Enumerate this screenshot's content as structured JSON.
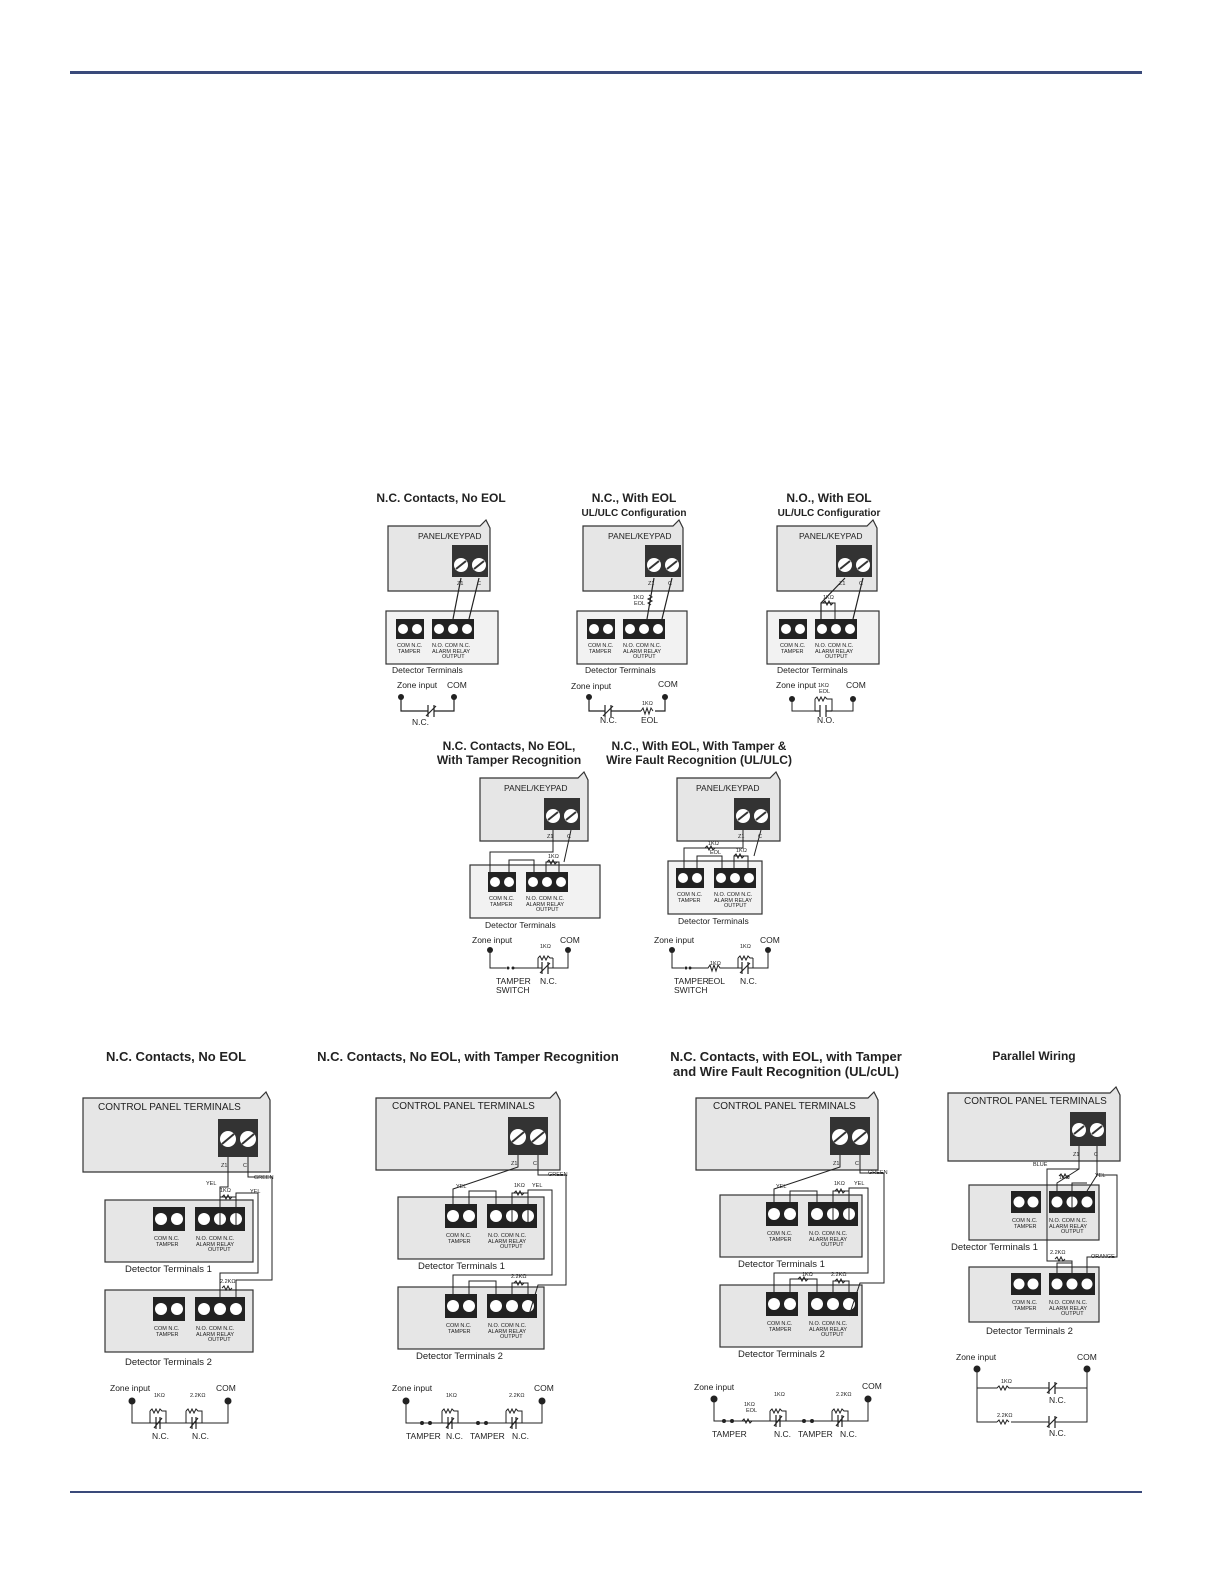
{
  "colors": {
    "rule": "#3a4a7a",
    "panel_fill": "#e6e6e6",
    "ink": "#222222"
  },
  "labels": {
    "panel_keypad": "PANEL/KEYPAD",
    "control_panel": "CONTROL PANEL TERMINALS",
    "detector_terminals": "Detector Terminals",
    "detector_terminals_1": "Detector Terminals 1",
    "detector_terminals_2": "Detector Terminals 2",
    "zone_input": "Zone input",
    "com": "COM",
    "nc": "N.C.",
    "no": "N.O.",
    "eol": "EOL",
    "one_k": "1KΩ",
    "two_k": "2.2KΩ",
    "tamper": "TAMPER",
    "switch": "SWITCH",
    "z1": "Z1",
    "c": "C",
    "yel": "YEL",
    "green": "GREEN",
    "blue": "BLUE",
    "orange": "ORANGE",
    "tamper_block_top": "COM N.C.",
    "tamper_block_bottom": "TAMPER",
    "relay_block_top": "N.O. COM N.C.",
    "relay_block_mid": "ALARM RELAY",
    "relay_block_bottom": "OUTPUT"
  },
  "diagrams_top": [
    {
      "id": "nc-no-eol",
      "title": "N.C. Contacts,  No EOL",
      "subtitle": ""
    },
    {
      "id": "nc-with-eol",
      "title": "N.C., With EOL",
      "subtitle": "UL/ULC Configuration"
    },
    {
      "id": "no-with-eol",
      "title": "N.O., With EOL",
      "subtitle": "UL/ULC Configuratior"
    },
    {
      "id": "nc-tamper",
      "title": "N.C. Contacts, No EOL,",
      "subtitle": "With Tamper Recognition"
    },
    {
      "id": "nc-eol-tamper",
      "title": "N.C., With EOL, With Tamper &",
      "subtitle": "Wire Fault Recognition (UL/ULC)"
    }
  ],
  "diagrams_bottom": [
    {
      "id": "dual-nc-no-eol",
      "title": "N.C. Contacts, No EOL",
      "subtitle": ""
    },
    {
      "id": "dual-nc-tamper",
      "title": "N.C. Contacts, No EOL, with Tamper Recognition",
      "subtitle": ""
    },
    {
      "id": "dual-nc-eol-tamper",
      "title": "N.C. Contacts, with EOL, with Tamper",
      "subtitle": "and Wire Fault Recognition (UL/cUL)"
    },
    {
      "id": "parallel",
      "title": "Parallel Wiring",
      "subtitle": ""
    }
  ]
}
